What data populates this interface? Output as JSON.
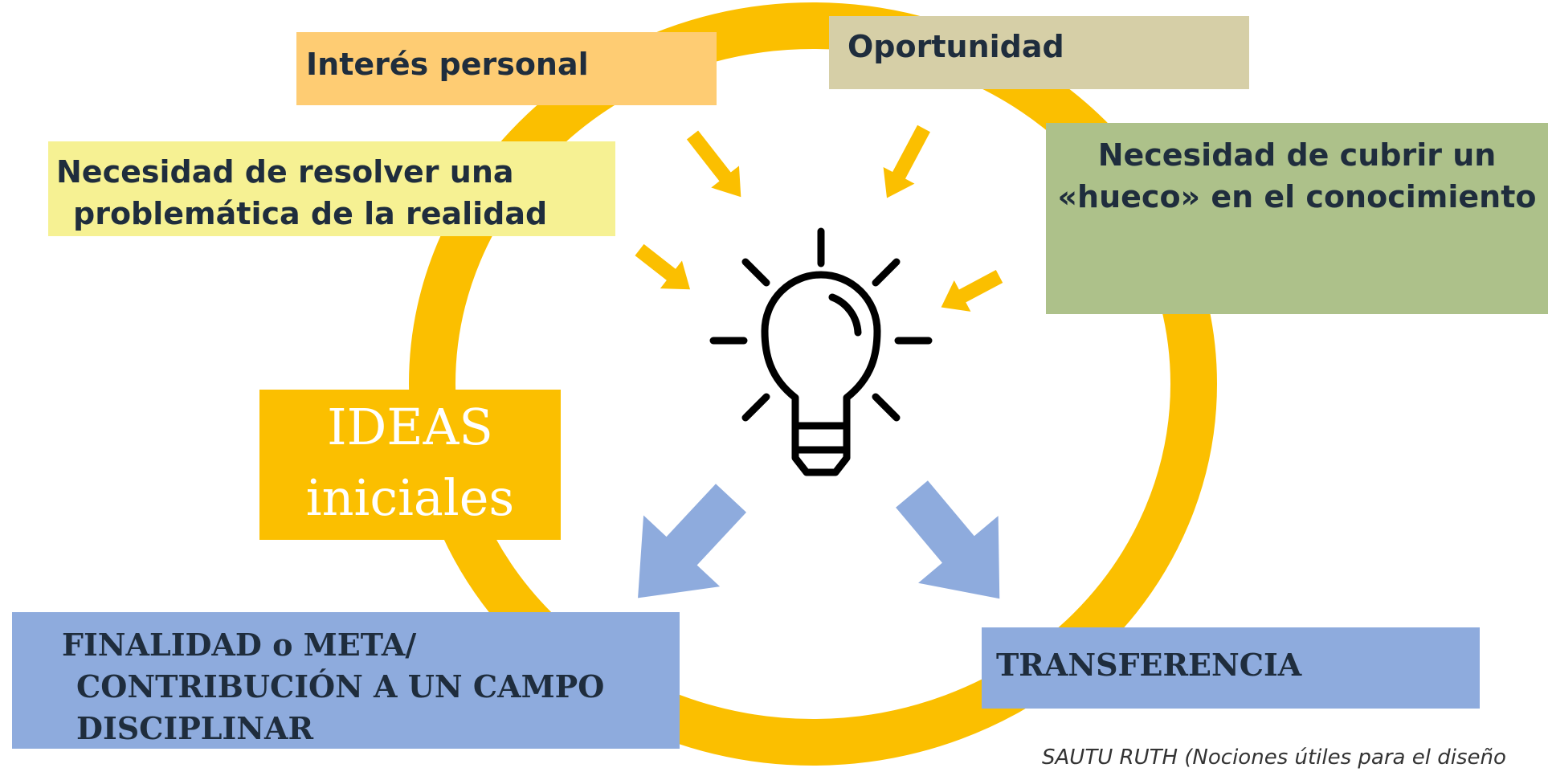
{
  "colors": {
    "ring": "#fbbf00",
    "yellow_arrows": "#fbbf00",
    "blue_arrows": "#8eabdd",
    "interes_bg": "#fecc73",
    "oportunidad_bg": "#d6cfa7",
    "resolver_bg": "#f6f193",
    "cubrir_bg": "#adc18a",
    "ideas_bg": "#fbbf00",
    "result_bg": "#8eabdd",
    "text": "#1f2d3d"
  },
  "icons": {
    "center": "lightbulb-icon"
  },
  "sources": {
    "interes": "Interés personal",
    "oportunidad": "Oportunidad",
    "resolver_line1": "Necesidad de resolver  una",
    "resolver_line2": "problemática de la realidad",
    "cubrir_line1": "Necesidad de cubrir  un",
    "cubrir_line2": "«hueco» en el  conocimiento"
  },
  "center": {
    "line1": "IDEAS",
    "line2": "iniciales"
  },
  "outcomes": {
    "finalidad_line1": "FINALIDAD o META/",
    "finalidad_line2": "CONTRIBUCIÓN A UN CAMPO",
    "finalidad_line3": "DISCIPLINAR",
    "transferencia": "TRANSFERENCIA"
  },
  "citation": "SAUTU RUTH (Nociones útiles para el diseño"
}
